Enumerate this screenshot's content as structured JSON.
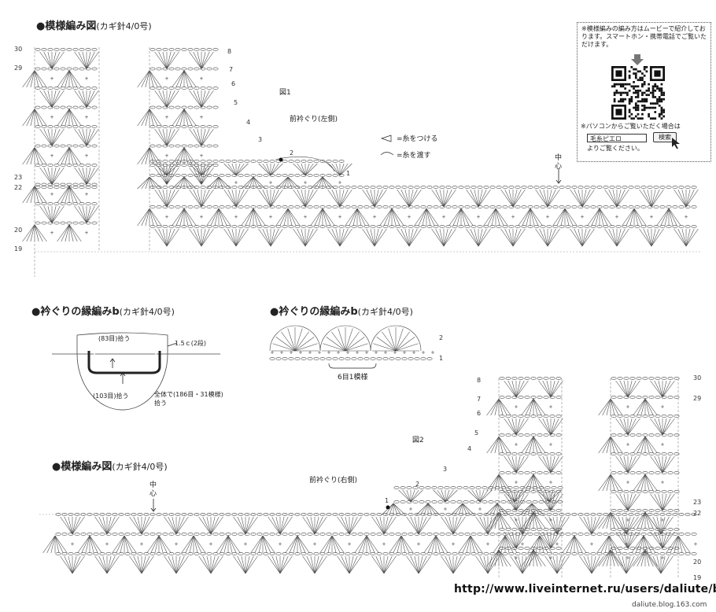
{
  "chart1": {
    "title": "●模様編み図",
    "hook": "(カギ針4/0号)",
    "figure_label": "図1",
    "section_label": "前衿ぐり(左側)",
    "legend_attach": "=糸をつける",
    "legend_pass": "=糸を渡す",
    "center_label": "中心",
    "rows_left": [
      "30",
      "29",
      "23",
      "22",
      "20",
      "19"
    ],
    "rows_right": [
      "8",
      "7",
      "6",
      "5",
      "4",
      "3",
      "2",
      "1"
    ]
  },
  "qr": {
    "text_top": "※模様編みの編み方はムービーで紹介しております。スマートホン・携帯電話でご覧いただけます。",
    "text_pc": "※パソコンからご覧いただく場合は",
    "search_value": "毛糸ピエロ",
    "search_button": "検索",
    "text_bottom": "よりご覧ください。"
  },
  "edging_left": {
    "title": "●衿ぐりの縁編みb",
    "hook": "(カギ針4/0号)",
    "pick83": "(83目)拾う",
    "pick103": "(103目)拾う",
    "measure": "1.5ｃ(2段)",
    "total_line1": "全体で(186目・31模様)",
    "total_line2": "拾う"
  },
  "edging_right": {
    "title": "●衿ぐりの縁編みb",
    "hook": "(カギ針4/0号)",
    "repeat": "6目1模様",
    "rows": [
      "2",
      "1"
    ]
  },
  "chart2": {
    "title": "●模様編み図",
    "hook": "(カギ針4/0号)",
    "figure_label": "図2",
    "section_label": "前衿ぐり(右側)",
    "center_label": "中心",
    "rows_left": [
      "8",
      "7",
      "6",
      "5",
      "4",
      "3",
      "2",
      "1"
    ],
    "rows_right": [
      "30",
      "29",
      "23",
      "22",
      "20",
      "19"
    ]
  },
  "footer": {
    "url": "http://www.liveinternet.ru/users/daliute/blog/",
    "credit": "daliute.blog.163.com"
  }
}
